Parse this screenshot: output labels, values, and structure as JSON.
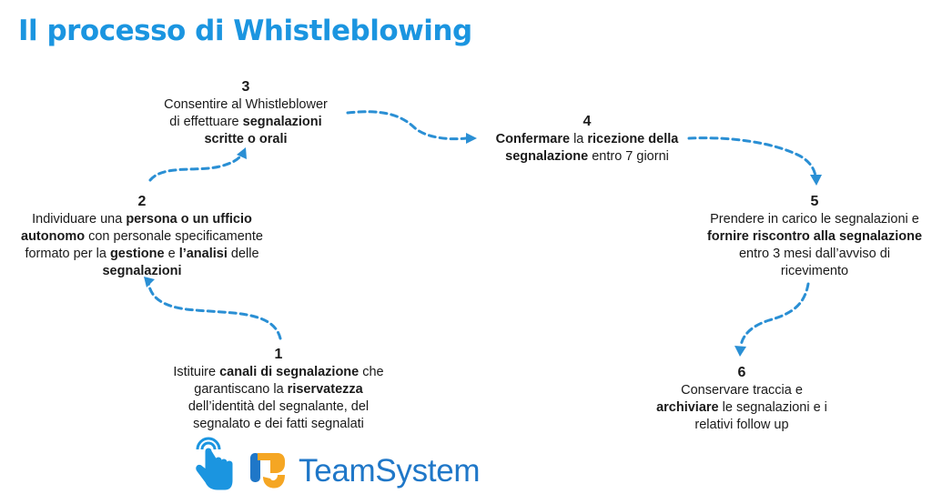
{
  "title": "Il processo di Whistleblowing",
  "steps": [
    {
      "num": "1",
      "lines": [
        [
          "Istituire ",
          {
            "b": "canali di segnalazione"
          },
          " che"
        ],
        [
          "garantiscano la ",
          {
            "b": "riservatezza"
          }
        ],
        [
          "dell’identità del segnalante, del"
        ],
        [
          "segnalato e dei fatti segnalati"
        ]
      ]
    },
    {
      "num": "2",
      "lines": [
        [
          "Individuare una ",
          {
            "b": "persona o un ufficio"
          }
        ],
        [
          {
            "b": "autonomo"
          },
          " con personale specificamente"
        ],
        [
          "formato per la ",
          {
            "b": "gestione"
          },
          " e ",
          {
            "b": "l’analisi"
          },
          " delle"
        ],
        [
          {
            "b": "segnalazioni"
          }
        ]
      ]
    },
    {
      "num": "3",
      "lines": [
        [
          "Consentire al Whistleblower"
        ],
        [
          "di effettuare ",
          {
            "b": "segnalazioni"
          }
        ],
        [
          {
            "b": "scritte o orali"
          }
        ]
      ]
    },
    {
      "num": "4",
      "lines": [
        [
          {
            "b": "Confermare"
          },
          " la ",
          {
            "b": "ricezione della"
          }
        ],
        [
          {
            "b": "segnalazione"
          },
          " entro 7 giorni"
        ]
      ]
    },
    {
      "num": "5",
      "lines": [
        [
          "Prendere in carico le segnalazioni e"
        ],
        [
          {
            "b": "fornire riscontro alla segnalazione"
          }
        ],
        [
          "entro 3 mesi dall’avviso di"
        ],
        [
          "ricevimento"
        ]
      ]
    },
    {
      "num": "6",
      "lines": [
        [
          "Conservare traccia e"
        ],
        [
          {
            "b": "archiviare"
          },
          " le segnalazioni e i"
        ],
        [
          "relativi follow up"
        ]
      ]
    }
  ],
  "logo": {
    "text": "TeamSystem",
    "icons": [
      "hand-touch-icon",
      "teamsystem-mark-icon"
    ],
    "colors": {
      "hand": "#1b95e0",
      "mark_orange": "#f5a623",
      "mark_blue": "#1f77c8",
      "text": "#1f77c8"
    }
  },
  "colors": {
    "title": "#1b95e0",
    "arrow": "#2a8fd4",
    "text": "#1a1a1a"
  }
}
